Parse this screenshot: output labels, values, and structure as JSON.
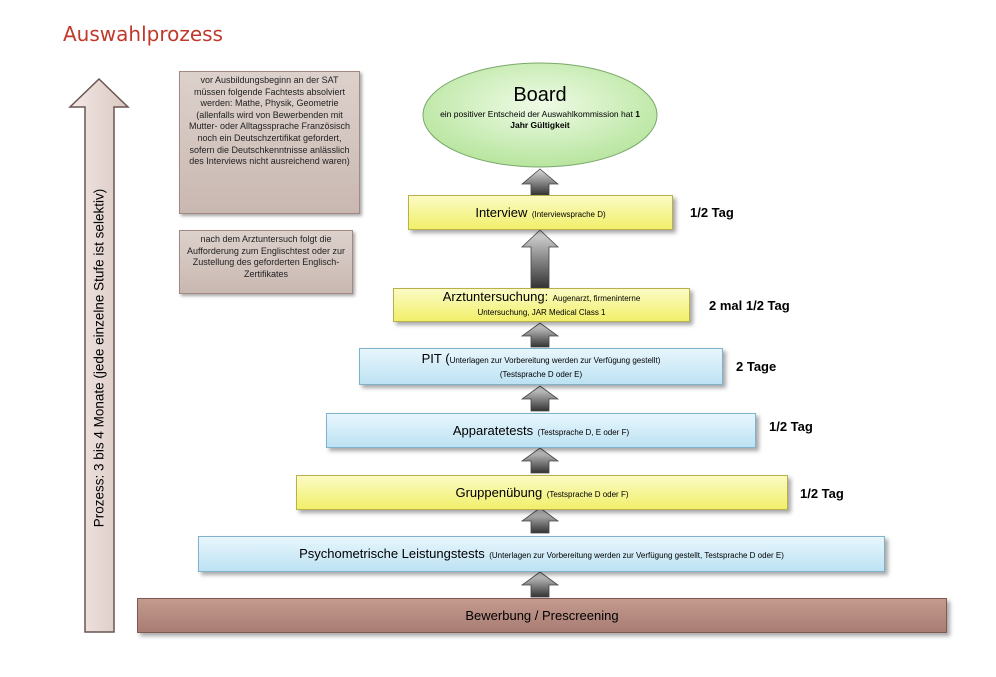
{
  "title": "Auswahlprozess",
  "side_arrow_label": "Prozess: 3 bis 4 Monate (jede einzelne Stufe ist selektiv)",
  "notes": [
    "vor Ausbildungsbeginn an der SAT müssen folgende Fachtests absolviert werden: Mathe, Physik, Geometrie (allenfalls wird von Bewerbenden mit Mutter- oder Alltagssprache Französisch noch ein Deutschzertifikat gefordert, sofern die Deutschkenntnisse anlässlich des Interviews nicht ausreichend waren)",
    "nach dem Arztuntersuch folgt die Aufforderung zum Englischtest oder zur Zustellung des geforderten Englisch-Zertifikates"
  ],
  "board": {
    "title": "Board",
    "text": "ein positiver Entscheid der Auswahlkommission hat",
    "bold": "1 Jahr Gültigkeit"
  },
  "stages": [
    {
      "id": "interview",
      "main": "Interview",
      "sub": "(Interviewsprache D)",
      "line2": "",
      "duration": "1/2 Tag",
      "color": "yellow"
    },
    {
      "id": "arzt",
      "main": "Arztuntersuchung:",
      "sub": "Augenarzt, firmeninterne",
      "line2": "Untersuchung, JAR Medical Class 1",
      "duration": "2 mal 1/2 Tag",
      "color": "yellow"
    },
    {
      "id": "pit",
      "main": "PIT (",
      "sub": "Unterlagen zur Vorbereitung werden zur Verfügung gestellt)",
      "line2": "(Testsprache D oder E)",
      "duration": "2 Tage",
      "color": "blue"
    },
    {
      "id": "apparate",
      "main": "Apparatetests",
      "sub": "(Testsprache D, E oder F)",
      "line2": "",
      "duration": "1/2 Tag",
      "color": "blue"
    },
    {
      "id": "gruppe",
      "main": "Gruppenübung",
      "sub": "(Testsprache D oder F)",
      "line2": "",
      "duration": "1/2 Tag",
      "color": "yellow"
    },
    {
      "id": "psycho",
      "main": "Psychometrische Leistungstests",
      "sub": "(Unterlagen zur Vorbereitung werden zur Verfügung gestellt, Testsprache D oder E)",
      "line2": "",
      "duration": "",
      "color": "blue"
    },
    {
      "id": "bewerbung",
      "main": "Bewerbung / Prescreening",
      "sub": "",
      "line2": "",
      "duration": "",
      "color": "brown"
    }
  ]
}
